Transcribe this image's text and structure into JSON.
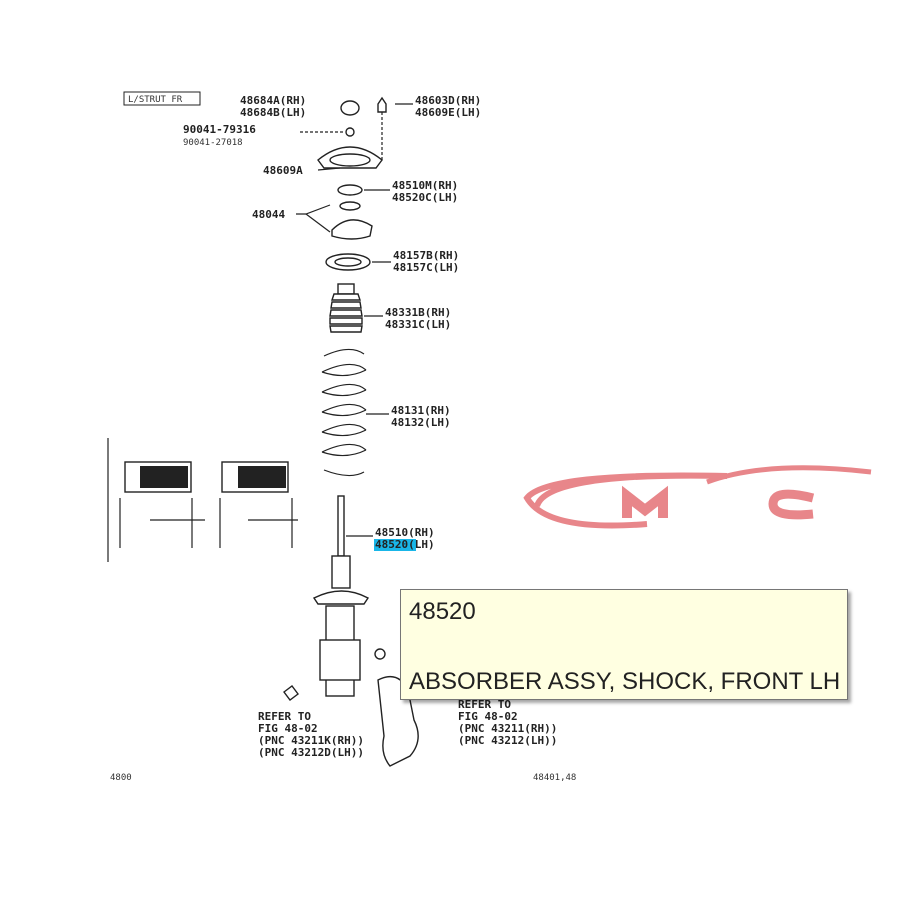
{
  "header_box": "L/STRUT  FR",
  "labels": {
    "upper_cap": [
      "48684A(RH)",
      "48684B(LH)"
    ],
    "upper_nut": [
      "48603D(RH)",
      "48609E(LH)"
    ],
    "bolt": [
      "90041-79316",
      "90041-27018"
    ],
    "support": "48609A",
    "bearing": [
      "48510M(RH)",
      "48520C(LH)"
    ],
    "seat": "48044",
    "insulator": [
      "48157B(RH)",
      "48157C(LH)"
    ],
    "bumper": [
      "48331B(RH)",
      "48331C(LH)"
    ],
    "spring": [
      "48131(RH)",
      "48132(LH)"
    ],
    "absorber": [
      "48510(RH)",
      "48520(LH)"
    ],
    "refer_left": [
      "REFER TO",
      "FIG 48-02",
      "(PNC 43211K(RH))",
      "(PNC 43212D(LH))"
    ],
    "refer_right": [
      "REFER TO",
      "FIG 48-02",
      "(PNC 43211(RH))",
      "(PNC 43212(LH))"
    ],
    "footer_left": "4800",
    "footer_right": "48401,48"
  },
  "tooltip": {
    "part_number": "48520",
    "description": "ABSORBER ASSY, SHOCK, FRONT LH"
  },
  "colors": {
    "highlight": "#19b6e8",
    "logo": "#e8868a",
    "tooltip_bg": "#ffffe1"
  }
}
